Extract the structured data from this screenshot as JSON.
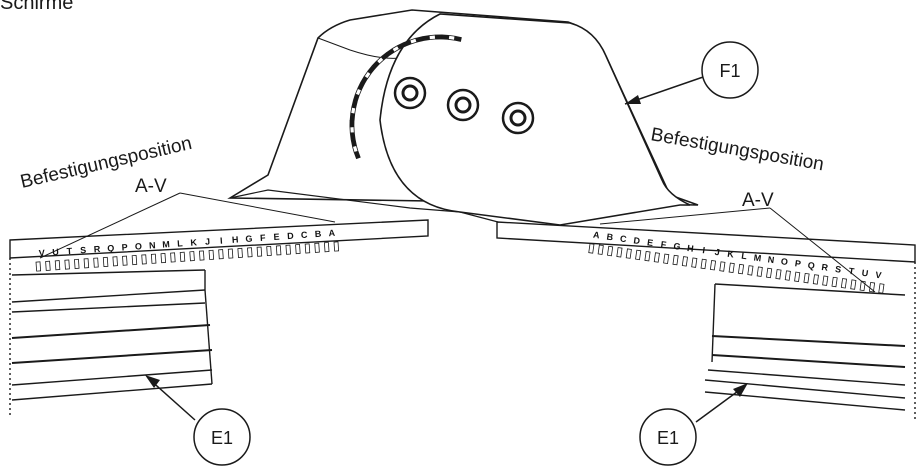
{
  "header": {
    "partial_text": "Schirme"
  },
  "labels": {
    "left_position_line1": "Befestigungsposition",
    "left_position_line2": "A-V",
    "right_position_line1": "Befestigungsposition",
    "right_position_line2": "A-V",
    "callout_f1": "F1",
    "callout_e1_left": "E1",
    "callout_e1_right": "E1"
  },
  "scales": {
    "left": [
      "V",
      "U",
      "T",
      "S",
      "R",
      "Q",
      "P",
      "O",
      "N",
      "M",
      "L",
      "K",
      "J",
      "I",
      "H",
      "G",
      "F",
      "E",
      "D",
      "C",
      "B",
      "A"
    ],
    "right": [
      "A",
      "B",
      "C",
      "D",
      "E",
      "F",
      "G",
      "H",
      "I",
      "J",
      "K",
      "L",
      "M",
      "N",
      "O",
      "P",
      "Q",
      "R",
      "S",
      "T",
      "U",
      "V"
    ]
  },
  "colors": {
    "line": "#1a1a1a",
    "background": "#ffffff"
  }
}
